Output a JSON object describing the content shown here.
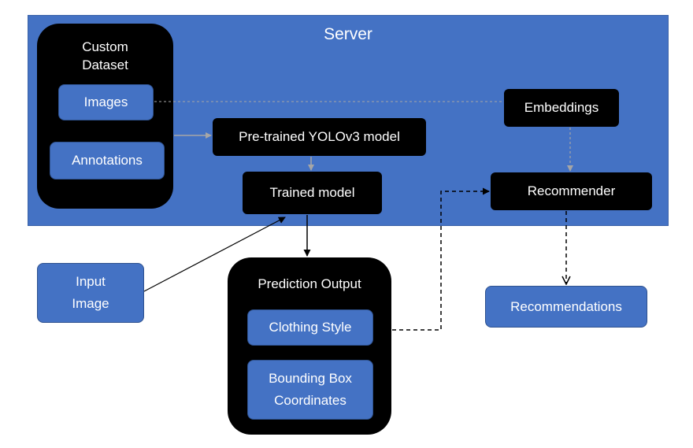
{
  "server": {
    "title": "Server"
  },
  "custom_dataset": {
    "title_line1": "Custom",
    "title_line2": "Dataset",
    "images": "Images",
    "annotations": "Annotations"
  },
  "pretrained": "Pre-trained YOLOv3 model",
  "trained_model": "Trained model",
  "embeddings": "Embeddings",
  "recommender": "Recommender",
  "input_image": {
    "line1": "Input",
    "line2": "Image"
  },
  "prediction_output": {
    "title": "Prediction Output",
    "clothing_style": "Clothing Style",
    "bbox_line1": "Bounding Box",
    "bbox_line2": "Coordinates"
  },
  "recommendations": "Recommendations",
  "colors": {
    "server_blue": "#4472c4",
    "node_black": "#000000",
    "text_white": "#ffffff",
    "connector_gray": "#a6a6a6",
    "connector_dark": "#000000"
  }
}
